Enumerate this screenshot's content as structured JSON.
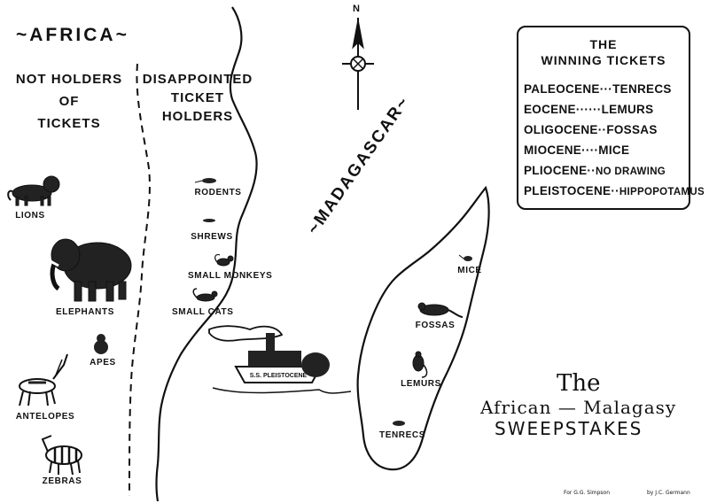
{
  "titles": {
    "africa": "~AFRICA~",
    "madagascar": "~MADAGASCAR~"
  },
  "columns": {
    "not_holders": [
      "NOT HOLDERS",
      "OF",
      "TICKETS"
    ],
    "disappointed": [
      "DISAPPOINTED",
      "TICKET",
      "HOLDERS"
    ]
  },
  "compass": {
    "north_label": "N"
  },
  "africa_animals": [
    "LIONS",
    "ELEPHANTS",
    "APES",
    "ANTELOPES",
    "ZEBRAS"
  ],
  "disappointed_animals": [
    "RODENTS",
    "SHREWS",
    "SMALL MONKEYS",
    "SMALL CATS"
  ],
  "madagascar_animals": [
    "MICE",
    "FOSSAS",
    "LEMURS",
    "TENRECS"
  ],
  "ship_name": "S.S. PLEISTOCENE",
  "winning_tickets": {
    "title": [
      "THE",
      "WINNING TICKETS"
    ],
    "rows": [
      {
        "epoch": "PALEOCENE",
        "sep": "···",
        "animal": "TENRECS"
      },
      {
        "epoch": "EOCENE",
        "sep": "······",
        "animal": "LEMURS"
      },
      {
        "epoch": "OLIGOCENE",
        "sep": "··",
        "animal": "FOSSAS"
      },
      {
        "epoch": "MIOCENE",
        "sep": "····",
        "animal": "MICE"
      },
      {
        "epoch": "PLIOCENE",
        "sep": "··",
        "animal": "NO DRAWING"
      },
      {
        "epoch": "PLEISTOCENE",
        "sep": "··",
        "animal": "HIPPOPOTAMUS"
      }
    ]
  },
  "sweepstakes_title": {
    "line1": "The",
    "line2": "African — Malagasy",
    "line3": "SWEEPSTAKES"
  },
  "credits": {
    "left": "For G.G. Simpson",
    "right": "by J.C. Germann"
  }
}
